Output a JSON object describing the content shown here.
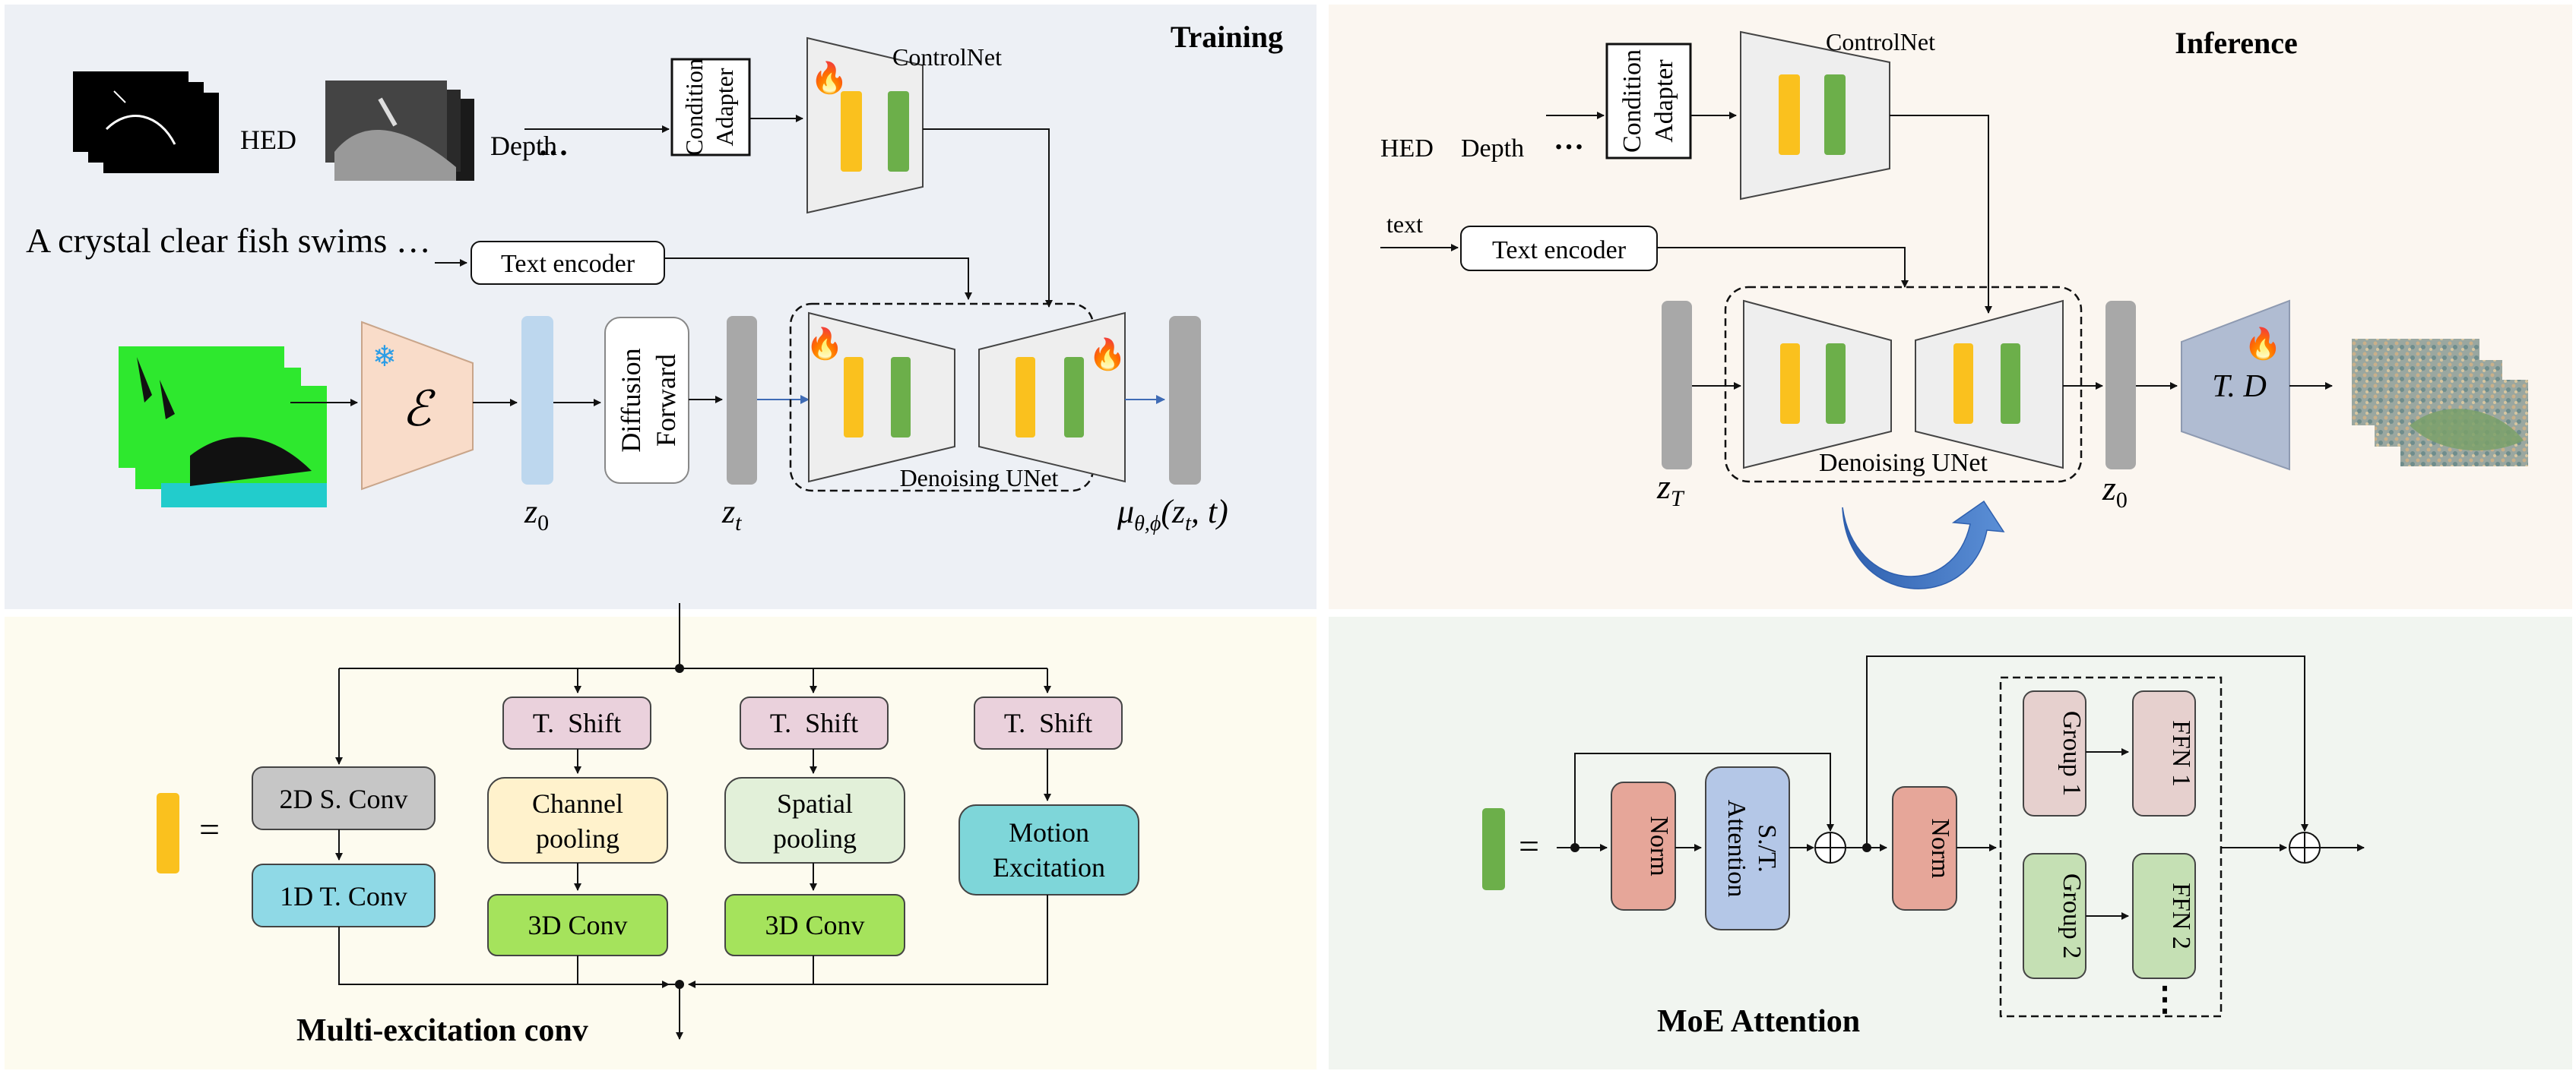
{
  "training": {
    "title": "Training",
    "hed_label": "HED",
    "depth_label": "Depth",
    "ellipsis": "…",
    "condition_adapter": [
      "Condition",
      "Adapter"
    ],
    "controlnet_label": "ControlNet",
    "prompt_text": "A crystal clear fish swims …",
    "text_encoder": "Text encoder",
    "encoder_symbol": "ℰ",
    "z0": "z",
    "z0_sub": "0",
    "diffusion_forward": [
      "Diffusion",
      "Forward"
    ],
    "zt": "z",
    "zt_sub": "t",
    "denoising_unet": "Denoising UNet",
    "output_label": "μ",
    "output_sub": "θ,ϕ",
    "output_args": "(z",
    "output_args_sub": "t",
    "output_args_end": ", t)"
  },
  "inference": {
    "title": "Inference",
    "hed_label": "HED",
    "depth_label": "Depth",
    "ellipsis": "…",
    "condition_adapter": [
      "Condition",
      "Adapter"
    ],
    "controlnet_label": "ControlNet",
    "text_label": "text",
    "text_encoder": "Text encoder",
    "zT": "z",
    "zT_sub": "T",
    "z0": "z",
    "z0_sub": "0",
    "denoising_unet": "Denoising UNet",
    "decoder_label": "T. D"
  },
  "multi_excitation": {
    "title": "Multi-excitation conv",
    "equals": "=",
    "branch1": {
      "top": "2D S. Conv",
      "bottom": "1D T. Conv"
    },
    "branch2": {
      "shift": "T.  Shift",
      "pool": [
        "Channel",
        "pooling"
      ],
      "conv": "3D Conv"
    },
    "branch3": {
      "shift": "T.  Shift",
      "pool": [
        "Spatial",
        "pooling"
      ],
      "conv": "3D Conv"
    },
    "branch4": {
      "shift": "T.  Shift",
      "excite": [
        "Motion",
        "Excitation"
      ]
    }
  },
  "moe_attention": {
    "title": "MoE Attention",
    "equals": "=",
    "norm1": "Norm",
    "attention": [
      "S./T.",
      "Attention"
    ],
    "norm2": "Norm",
    "group1": "Group 1",
    "ffn1": "FFN 1",
    "group2": "Group 2",
    "ffn2": "FFN 2",
    "more": "⋮"
  },
  "colors": {
    "training_bg": "#edf0f5",
    "inference_bg": "#fbf6f0",
    "mec_bg": "#fdfbef",
    "moe_bg": "#f1f5f0",
    "yellow_bar": "#fac11e",
    "green_bar": "#6caf4a",
    "encoder_fill": "#f9dcc9",
    "latent_blue": "#bdd7ee",
    "latent_gray": "#a8a8a8",
    "pink": "#ead1dc",
    "cyan": "#7ed6d9",
    "light_green": "#a5e35c",
    "norm_red": "#e6a699",
    "attention_blue": "#b4c7e7",
    "decoder_blue": "#b0bcd2"
  }
}
